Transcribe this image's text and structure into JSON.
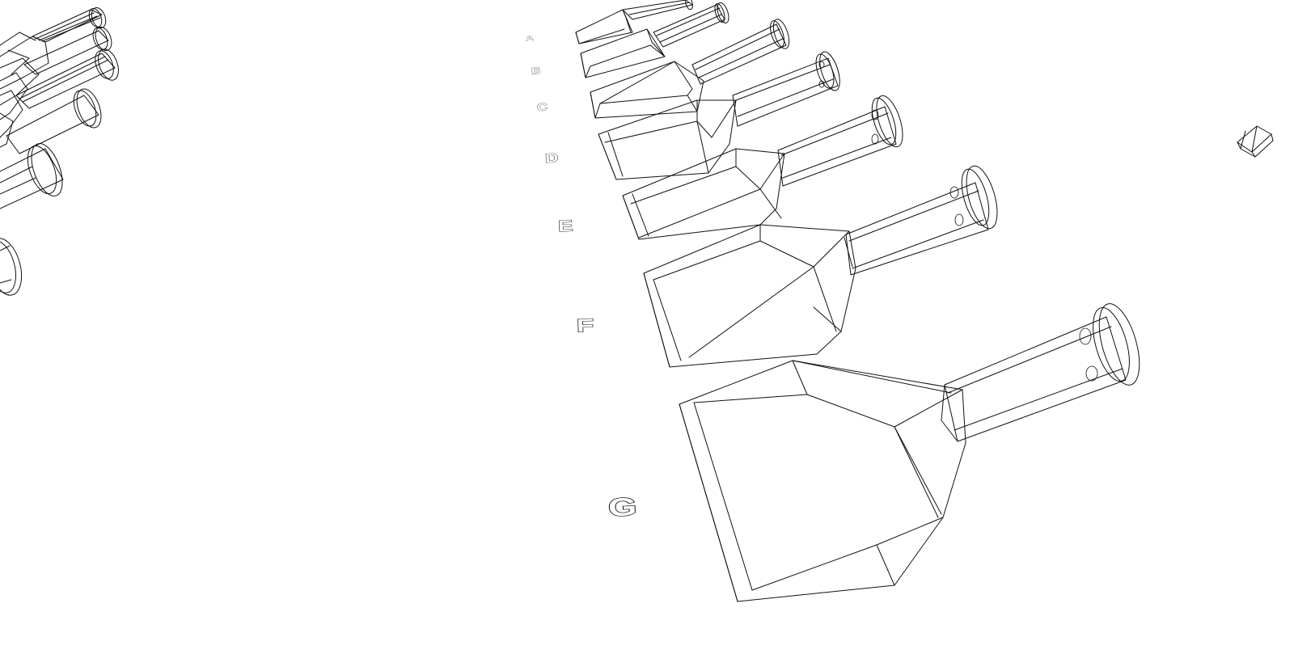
{
  "scene": {
    "background_color": "#ffffff",
    "line_color": "#111111",
    "render_style": "wireframe"
  },
  "labels": [
    "A",
    "B",
    "C",
    "D",
    "E",
    "F",
    "G"
  ],
  "objects": {
    "flask_count": 7,
    "flask_shape": "flask-icon",
    "gizmo_shape": "cube-icon"
  }
}
